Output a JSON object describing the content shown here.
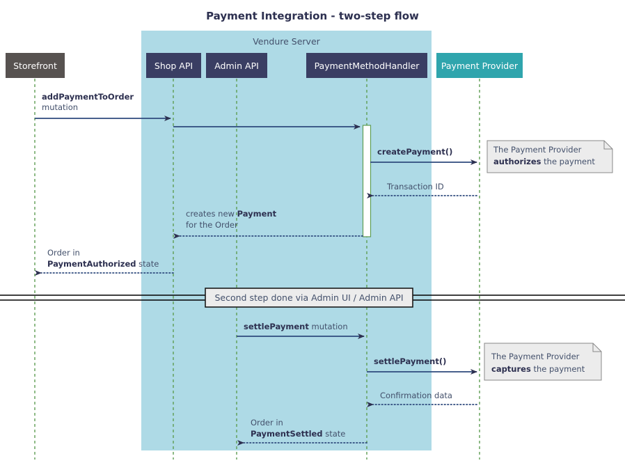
{
  "title": "Payment Integration - two-step flow",
  "colors": {
    "group_fill": "#AEDAE6",
    "participant_dark": "#3A3E63",
    "participant_storefront": "#575250",
    "participant_provider": "#2FA5AD",
    "lifeline": "#5E9D52",
    "arrow": "#2E4A7D",
    "text": "#43506B",
    "text_bold": "#2D3050",
    "note_fill": "#ECECEC",
    "note_border": "#888888",
    "divider_line": "#000000",
    "background": "#FFFFFF"
  },
  "group": {
    "label": "Vendure Server"
  },
  "participants": [
    {
      "id": "storefront",
      "label": "Storefront",
      "style": "storefront"
    },
    {
      "id": "shop-api",
      "label": "Shop API",
      "style": "dark"
    },
    {
      "id": "admin-api",
      "label": "Admin API",
      "style": "dark"
    },
    {
      "id": "handler",
      "label": "PaymentMethodHandler",
      "style": "dark"
    },
    {
      "id": "provider",
      "label": "Payment Provider",
      "style": "provider"
    }
  ],
  "messages": [
    {
      "id": "add-payment-to-order",
      "from": "storefront",
      "to": "shop-api",
      "kind": "solid",
      "direction": "right",
      "lines": [
        {
          "text": "addPaymentToOrder",
          "bold": true
        },
        {
          "text": "mutation",
          "bold": false
        }
      ]
    },
    {
      "id": "shop-api-to-handler",
      "from": "shop-api",
      "to": "handler",
      "kind": "solid",
      "direction": "right",
      "lines": []
    },
    {
      "id": "create-payment",
      "from": "handler",
      "to": "provider",
      "kind": "solid",
      "direction": "right",
      "lines": [
        {
          "text": "createPayment()",
          "bold": true
        }
      ]
    },
    {
      "id": "transaction-id",
      "from": "provider",
      "to": "handler",
      "kind": "dotted",
      "direction": "left",
      "lines": [
        {
          "text": "Transaction ID",
          "bold": false
        }
      ]
    },
    {
      "id": "creates-new-payment",
      "from": "handler",
      "to": "shop-api",
      "kind": "dotted",
      "direction": "left",
      "lines": [
        {
          "text": "creates new ",
          "bold": false,
          "tail": "Payment",
          "tail_bold": true
        },
        {
          "text": "for the Order",
          "bold": false
        }
      ]
    },
    {
      "id": "order-payment-authorized",
      "from": "shop-api",
      "to": "storefront",
      "kind": "dotted",
      "direction": "left",
      "lines": [
        {
          "text": "Order in",
          "bold": false
        },
        {
          "text": "PaymentAuthorized",
          "bold": true,
          "tail": " state",
          "tail_bold": false
        }
      ]
    },
    {
      "id": "settle-payment-mutation",
      "from": "admin-api",
      "to": "handler",
      "kind": "solid",
      "direction": "right",
      "lines": [
        {
          "text": "settlePayment",
          "bold": true,
          "tail": " mutation",
          "tail_bold": false
        }
      ]
    },
    {
      "id": "settle-payment-call",
      "from": "handler",
      "to": "provider",
      "kind": "solid",
      "direction": "right",
      "lines": [
        {
          "text": "settlePayment()",
          "bold": true
        }
      ]
    },
    {
      "id": "confirmation-data",
      "from": "provider",
      "to": "handler",
      "kind": "dotted",
      "direction": "left",
      "lines": [
        {
          "text": "Confirmation data",
          "bold": false
        }
      ]
    },
    {
      "id": "order-payment-settled",
      "from": "handler",
      "to": "admin-api",
      "kind": "dotted",
      "direction": "left",
      "lines": [
        {
          "text": "Order in",
          "bold": false
        },
        {
          "text": "PaymentSettled",
          "bold": true,
          "tail": " state",
          "tail_bold": false
        }
      ]
    }
  ],
  "notes": [
    {
      "id": "note-authorizes",
      "lines": [
        {
          "text": "The Payment Provider",
          "bold": false
        },
        {
          "text": "authorizes",
          "bold": true,
          "tail": " the payment",
          "tail_bold": false
        }
      ]
    },
    {
      "id": "note-captures",
      "lines": [
        {
          "text": "The Payment Provider",
          "bold": false
        },
        {
          "text": "captures",
          "bold": true,
          "tail": " the payment",
          "tail_bold": false
        }
      ]
    }
  ],
  "divider": {
    "label": "Second step done via Admin UI / Admin API"
  }
}
